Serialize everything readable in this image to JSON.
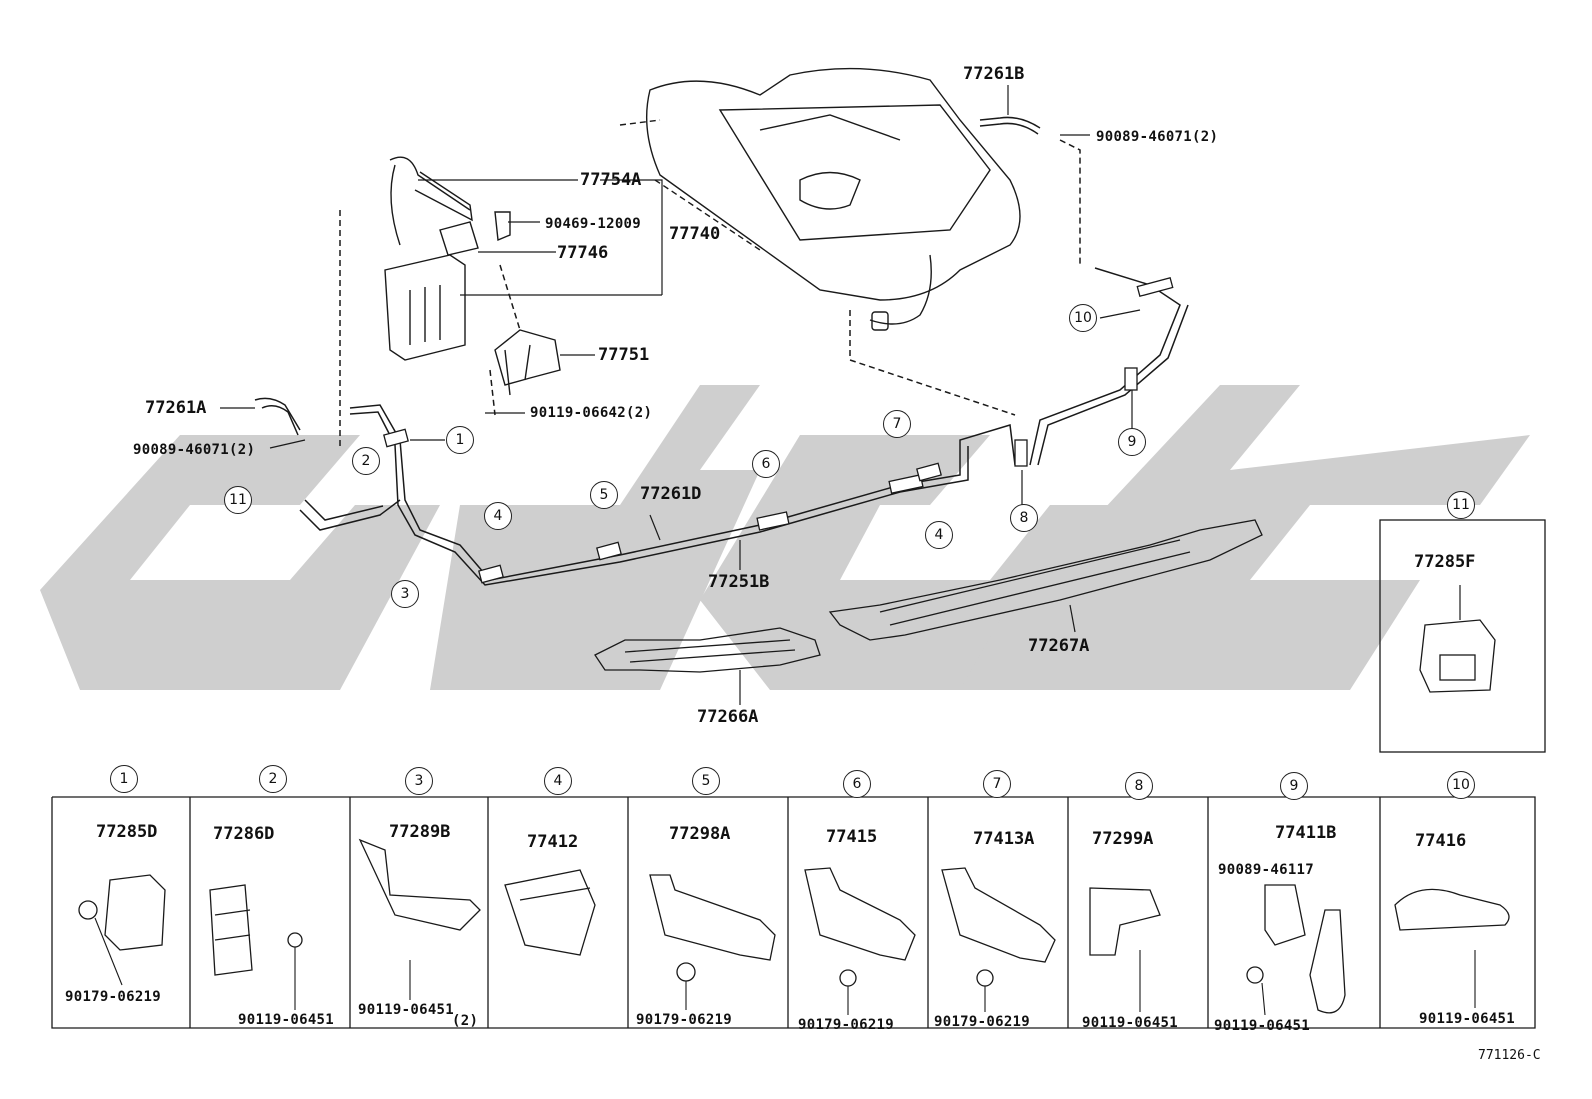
{
  "diagram": {
    "diagram_code": "771126-C",
    "colors": {
      "ink": "#1a1a1a",
      "watermark": "#c8c8c8",
      "paper": "#ffffff"
    },
    "main_labels": [
      {
        "id": "p77261B",
        "text": "77261B"
      },
      {
        "id": "p90089a",
        "text": "90089-46071(2)"
      },
      {
        "id": "p77754A",
        "text": "77754A"
      },
      {
        "id": "p90469",
        "text": "90469-12009"
      },
      {
        "id": "p77740",
        "text": "77740"
      },
      {
        "id": "p77746",
        "text": "77746"
      },
      {
        "id": "p77751",
        "text": "77751"
      },
      {
        "id": "p77261A",
        "text": "77261A"
      },
      {
        "id": "p90119a",
        "text": "90119-06642(2)"
      },
      {
        "id": "p90089b",
        "text": "90089-46071(2)"
      },
      {
        "id": "p77261D",
        "text": "77261D"
      },
      {
        "id": "p77251B",
        "text": "77251B"
      },
      {
        "id": "p77267A",
        "text": "77267A"
      },
      {
        "id": "p77266A",
        "text": "77266A"
      },
      {
        "id": "p77285F",
        "text": "77285F"
      }
    ],
    "callouts": [
      "1",
      "2",
      "3",
      "4",
      "4",
      "5",
      "6",
      "7",
      "8",
      "9",
      "10",
      "11",
      "11"
    ],
    "detail_panels": [
      {
        "num": "1",
        "part": "77285D",
        "fastener": "90179-06219"
      },
      {
        "num": "2",
        "part": "77286D",
        "fastener": "90119-06451"
      },
      {
        "num": "3",
        "part": "77289B",
        "fastener": "90119-06451"
      },
      {
        "num": "4",
        "part": "77412",
        "fastener": ""
      },
      {
        "num": "5",
        "part": "77298A",
        "fastener": "90179-06219"
      },
      {
        "num": "6",
        "part": "77415",
        "fastener": "90179-06219"
      },
      {
        "num": "7",
        "part": "77413A",
        "fastener": "90179-06219"
      },
      {
        "num": "8",
        "part": "77299A",
        "fastener": "90119-06451"
      },
      {
        "num": "9",
        "part": "77411B",
        "fastener": "90119-06451",
        "extra": "90089-46117"
      },
      {
        "num": "10",
        "part": "77416",
        "fastener": "90119-06451"
      }
    ],
    "panel_3_note": "(2)"
  }
}
